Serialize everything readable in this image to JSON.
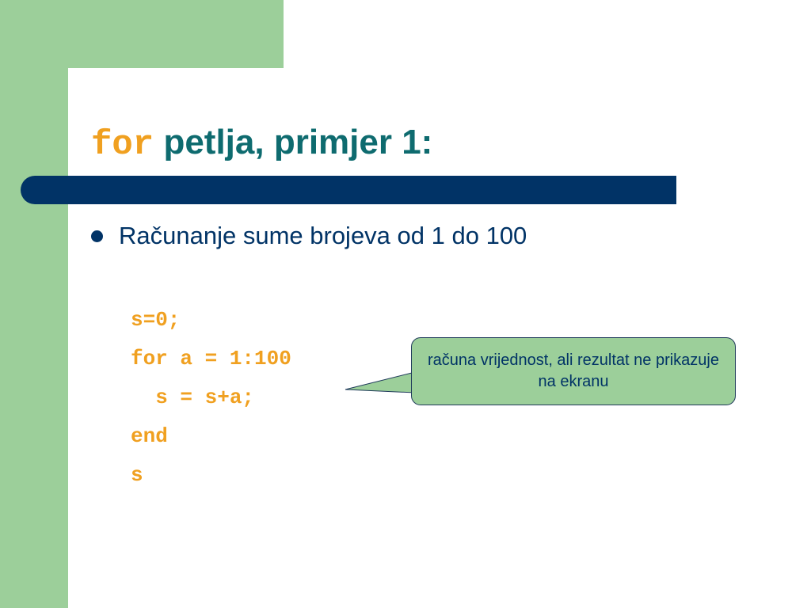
{
  "slide": {
    "title_keyword": "for",
    "title_rest": " petlja, primjer 1:",
    "bullet": "Računanje sume brojeva od 1 do 100",
    "code": [
      "s=0;",
      "for a = 1:100",
      "  s = s+a;",
      "end",
      "s"
    ],
    "callout": "računa vrijednost, ali rezultat ne prikazuje na ekranu"
  },
  "colors": {
    "accent_green": "#9ccf9a",
    "title_teal": "#0e6b6f",
    "navy": "#013366",
    "code_orange": "#f0a020"
  }
}
